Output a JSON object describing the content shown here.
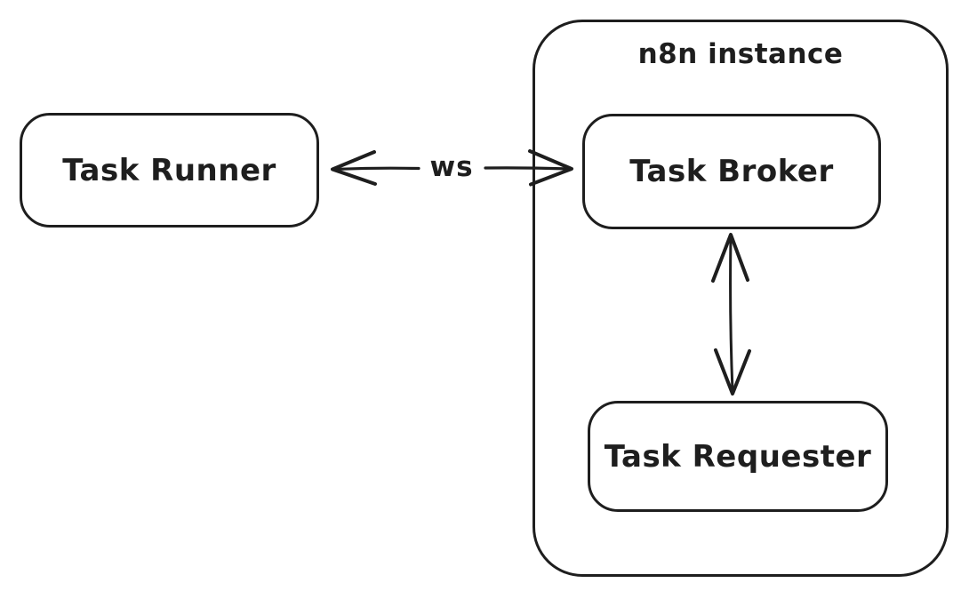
{
  "colors": {
    "stroke": "#1e1e1e",
    "background": "#ffffff"
  },
  "diagram": {
    "task_runner": {
      "label": "Task Runner"
    },
    "n8n_instance": {
      "label": "n8n instance"
    },
    "task_broker": {
      "label": "Task Broker"
    },
    "task_requester": {
      "label": "Task Requester"
    },
    "ws_arrow": {
      "label": "ws"
    }
  }
}
